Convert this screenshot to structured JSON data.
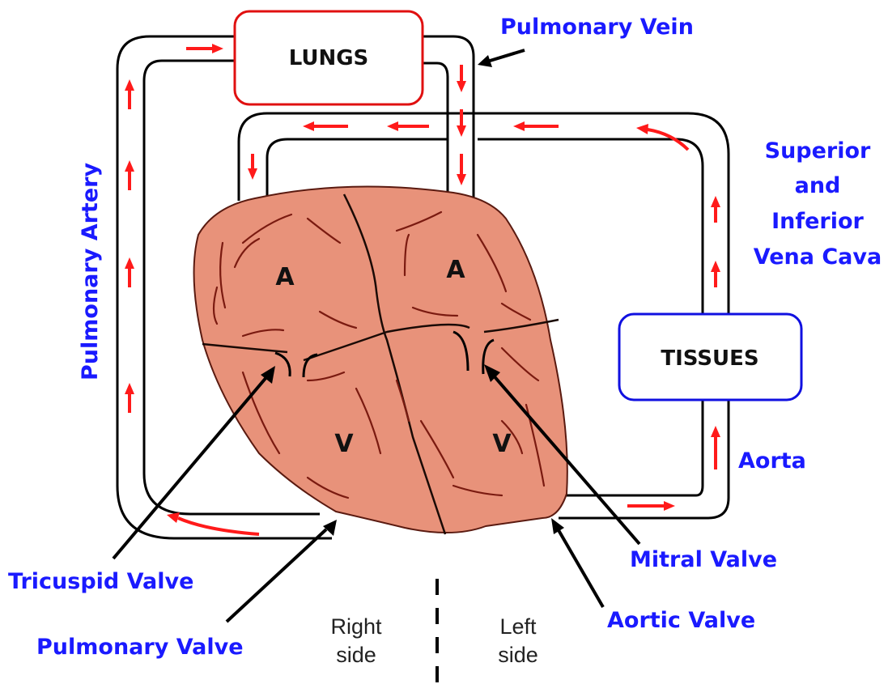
{
  "organs": {
    "lungs": "LUNGS",
    "tissues": "TISSUES"
  },
  "chambers": {
    "right_atrium": "A",
    "left_atrium": "A",
    "right_ventricle": "V",
    "left_ventricle": "V"
  },
  "labels": {
    "pulmonary_vein": "Pulmonary Vein",
    "pulmonary_artery": "Pulmonary Artery",
    "vena_cava_line1": "Superior",
    "vena_cava_line2": "and",
    "vena_cava_line3": "Inferior",
    "vena_cava_line4": "Vena Cava",
    "aorta": "Aorta",
    "mitral_valve": "Mitral Valve",
    "aortic_valve": "Aortic Valve",
    "tricuspid_valve": "Tricuspid Valve",
    "pulmonary_valve": "Pulmonary Valve"
  },
  "sides": {
    "right_line1": "Right",
    "right_line2": "side",
    "left_line1": "Left",
    "left_line2": "side"
  },
  "colors": {
    "label_blue": "#1a1aff",
    "heart_fill": "#e8927a",
    "lungs_border": "#e01010",
    "tissues_border": "#1010e0",
    "flow_arrow": "#ff1a1a"
  }
}
